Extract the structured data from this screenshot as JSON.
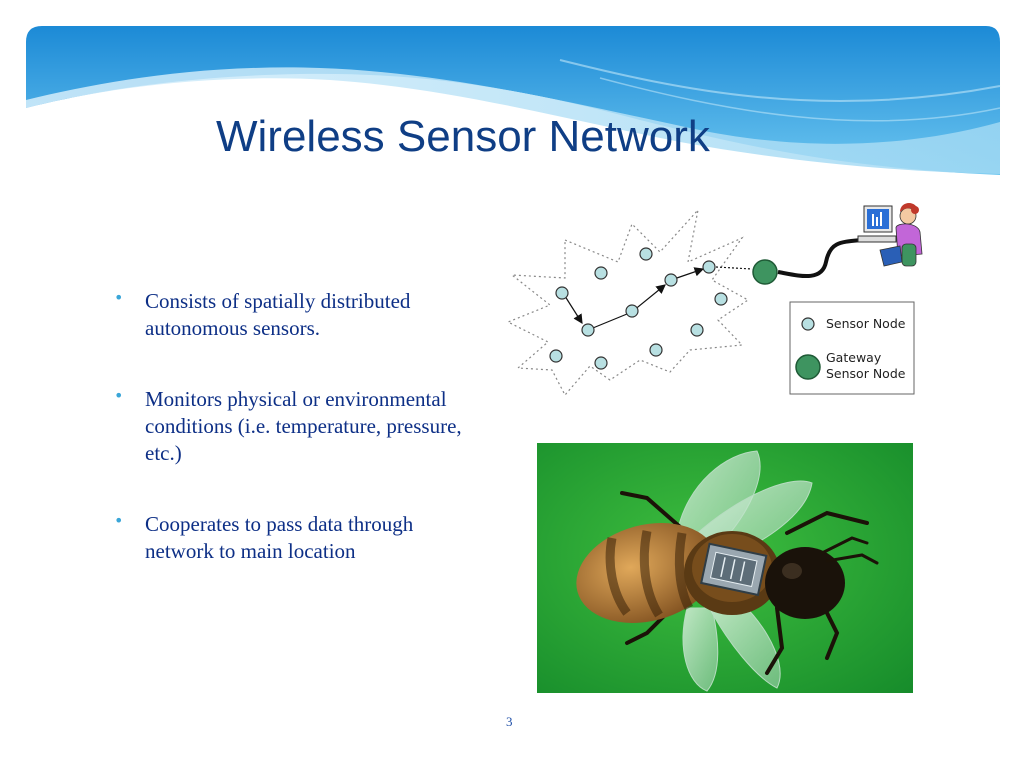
{
  "slide": {
    "title": "Wireless Sensor Network",
    "bullets": [
      "Consists of spatially distributed autonomous sensors.",
      "Monitors physical or environmental conditions (i.e. temperature, pressure, etc.)",
      "Cooperates to pass data through network to main location"
    ],
    "page_number": "3"
  },
  "diagram": {
    "legend": {
      "sensor_node": "Sensor Node",
      "gateway_line1": "Gateway",
      "gateway_line2": "Sensor Node"
    },
    "colors": {
      "sensor_node": "#b8e0e2",
      "gateway_node": "#3e9460",
      "cable": "#111111"
    }
  },
  "icons": {
    "bullet": "•",
    "user_computer": "user-at-computer-icon",
    "photo": "bee-with-sensor-chip-photo"
  },
  "theme": {
    "title_color": "#0f3e85",
    "text_color": "#0d2f86",
    "bullet_color": "#3aa6d8",
    "banner_dark": "#1f8fd8",
    "banner_light": "#a9dcf4"
  }
}
